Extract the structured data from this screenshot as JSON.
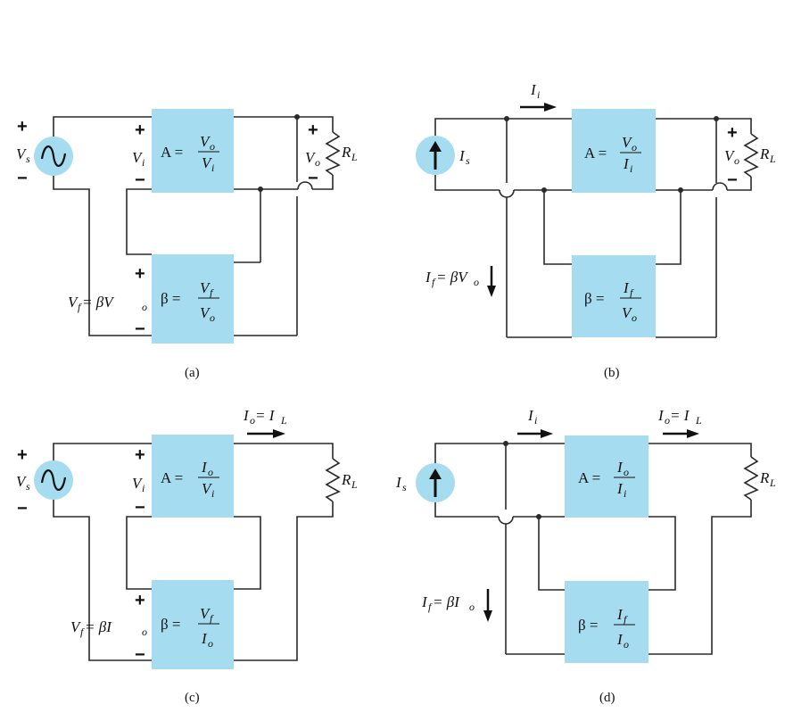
{
  "captions": {
    "a": "(a)",
    "b": "(b)",
    "c": "(c)",
    "d": "(d)"
  },
  "labels": {
    "Vs": "V",
    "Vs_sub": "s",
    "Is": "I",
    "Is_sub": "s",
    "Vi": "V",
    "Vi_sub": "i",
    "Vo": "V",
    "Vo_sub": "o",
    "RL": "R",
    "RL_sub": "L",
    "Ii": "I",
    "Ii_sub": "i",
    "Io_IL": "I",
    "Io_IL_sub1": "o",
    "Io_IL_eq": " = I",
    "Io_IL_sub2": "L",
    "Vf_bVo": "V",
    "Vf_bVo_sub": "f",
    "Vf_bVo_rest": " = βV",
    "Vf_bVo_sub2": "o",
    "If_bVo": "I",
    "If_bVo_sub": "f",
    "If_bVo_rest": " = βV",
    "If_bVo_sub2": "o",
    "Vf_bIo": "V",
    "Vf_bIo_sub": "f",
    "Vf_bIo_rest": " = βI",
    "Vf_bIo_sub2": "o",
    "If_bIo": "I",
    "If_bIo_sub": "f",
    "If_bIo_rest": " = βI",
    "If_bIo_sub2": "o",
    "plus": "+",
    "minus": "−"
  },
  "blocks": {
    "A": "A =",
    "beta": "β =",
    "Vo": "V",
    "Vo_sub": "o",
    "Vi": "V",
    "Vi_sub": "i",
    "Ii": "I",
    "Ii_sub": "i",
    "Io": "I",
    "Io_sub": "o",
    "Vf": "V",
    "Vf_sub": "f",
    "If": "I",
    "If_sub": "f"
  },
  "colors": {
    "block": "#a6dcf0",
    "wire": "#2a2a2a"
  },
  "icons": [
    "ac-voltage-source-icon",
    "current-source-icon",
    "resistor-icon",
    "current-arrow-icon"
  ]
}
